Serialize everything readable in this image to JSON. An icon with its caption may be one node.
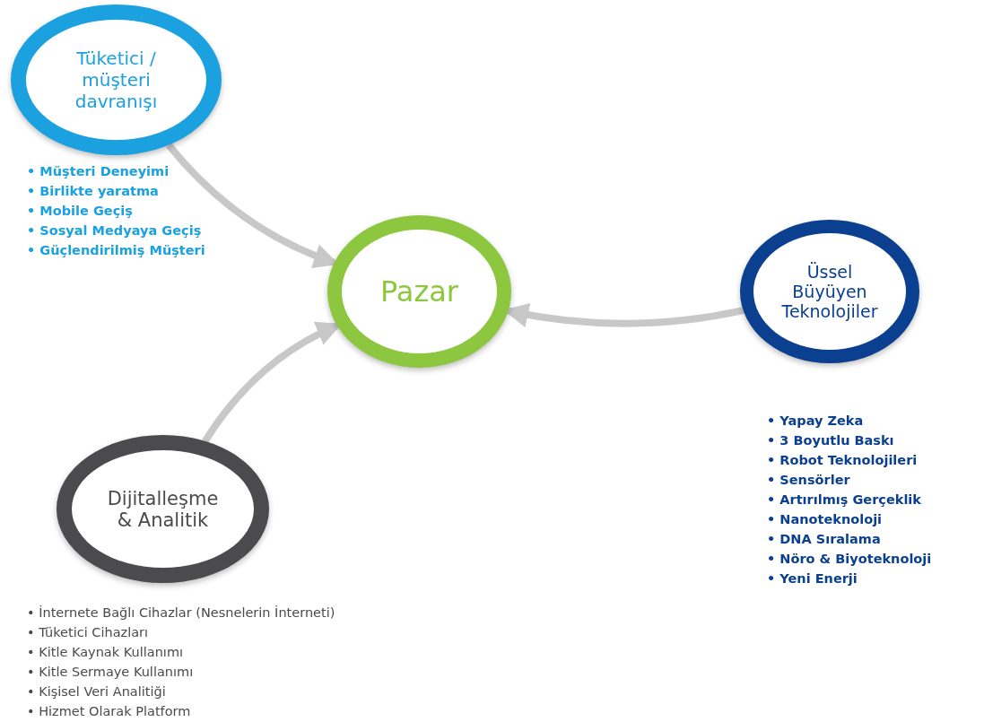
{
  "diagram": {
    "nodes": [
      {
        "text": [
          "Tüketici / müşteri davranışı"
        ],
        "beside": [
          "• Müşteri Deneyimi",
          "• Birlikte yaratma",
          "• Mobile Geçiş",
          "• Sosyal Medyaya Geçiş",
          "• Güçlendirilmiş Müşteri"
        ]
      },
      {
        "text": [
          "Pazar"
        ]
      },
      {
        "text": [
          "Üssel Büyüyen Teknolojiler"
        ],
        "beside": [
          "• Yapay Zeka",
          "• 3 Boyutlu Baskı",
          "• Robot Teknolojileri",
          "• Sensörler",
          "• Artırılmış Gerçeklik",
          "• Nanoteknoloji",
          "• DNA Sıralama",
          "• Nöro & Biyoteknoloji",
          "• Yeni Enerji"
        ]
      },
      {
        "text": [
          "Dijitalleşme & Analitik"
        ],
        "beside": [
          "• İnternete Bağlı Cihazlar (Nesnelerin İnterneti)",
          "• Tüketici Cihazları",
          "• Kitle Kaynak Kullanımı",
          "• Kitle Sermaye Kullanımı",
          "• Kişisel Veri Analitiği",
          "• Hizmet Olarak Platform"
        ]
      }
    ],
    "edges": [
      {
        "from": 0,
        "to": 1,
        "arrow": "to"
      },
      {
        "from": 2,
        "to": 1,
        "arrow": "to"
      },
      {
        "from": 3,
        "to": 1,
        "arrow": "to"
      }
    ]
  }
}
